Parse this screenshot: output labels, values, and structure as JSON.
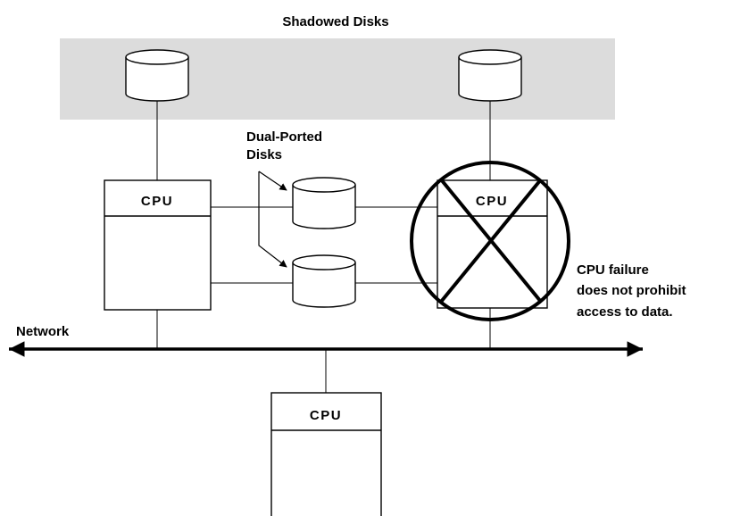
{
  "shadowed_group": {
    "label": "Shadowed Disks"
  },
  "dual_ported": {
    "label_line1": "Dual-Ported",
    "label_line2": "Disks"
  },
  "network": {
    "label": "Network"
  },
  "cpus": [
    {
      "label": "CPU"
    },
    {
      "label": "CPU"
    },
    {
      "label": "CPU"
    }
  ],
  "failure_note": {
    "line1": "CPU failure",
    "line2": "does not  prohibit",
    "line3": "access to data."
  },
  "colors": {
    "shadow_band": "#dcdcdc",
    "line": "#000000",
    "background": "#ffffff"
  }
}
